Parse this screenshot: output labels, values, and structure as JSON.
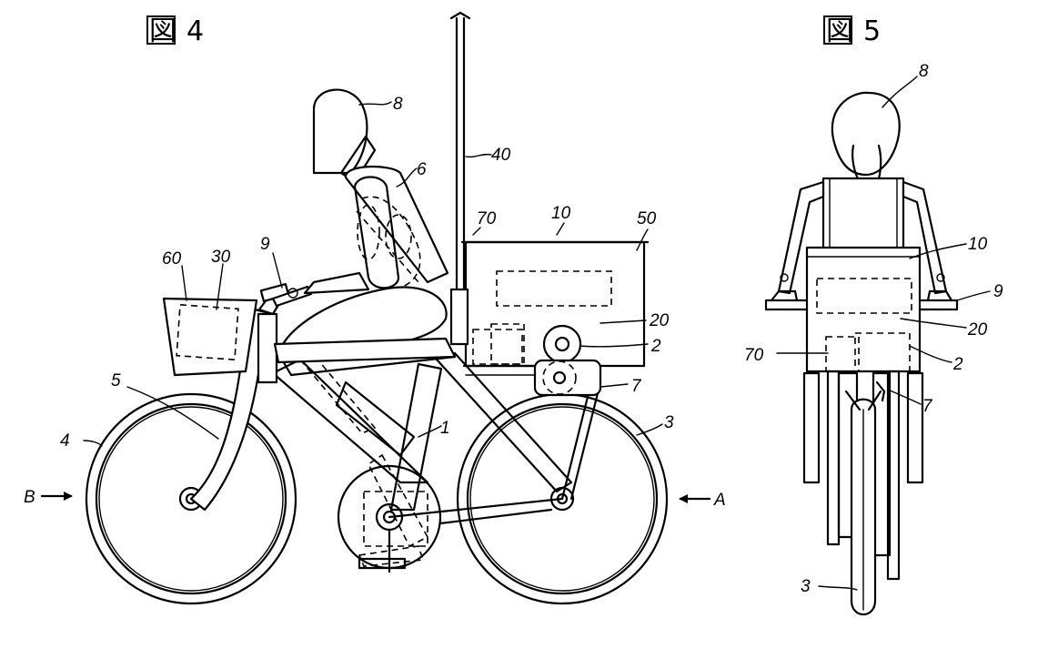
{
  "figures": {
    "fig4": {
      "kanji": "図",
      "number": "4"
    },
    "fig5": {
      "kanji": "図",
      "number": "5"
    }
  },
  "side_view_labels": {
    "frame": "1",
    "rear_wheel": "3",
    "front_wheel": "4",
    "front_fork": "5",
    "body_armor": "6",
    "drive_unit": "7",
    "helmet": "8",
    "handle": "9",
    "battery": "10",
    "motor_controller": "20",
    "sprocket": "2",
    "basket_item": "30",
    "pole": "40",
    "carrier_box": "50",
    "basket": "60",
    "rear_unit": "70",
    "arrow_a": "A",
    "arrow_b": "B"
  },
  "front_view_labels": {
    "helmet": "8",
    "battery": "10",
    "handle": "9",
    "motor_controller": "20",
    "rear_unit": "70",
    "sprocket": "2",
    "drive_unit": "7",
    "rear_wheel": "3"
  }
}
